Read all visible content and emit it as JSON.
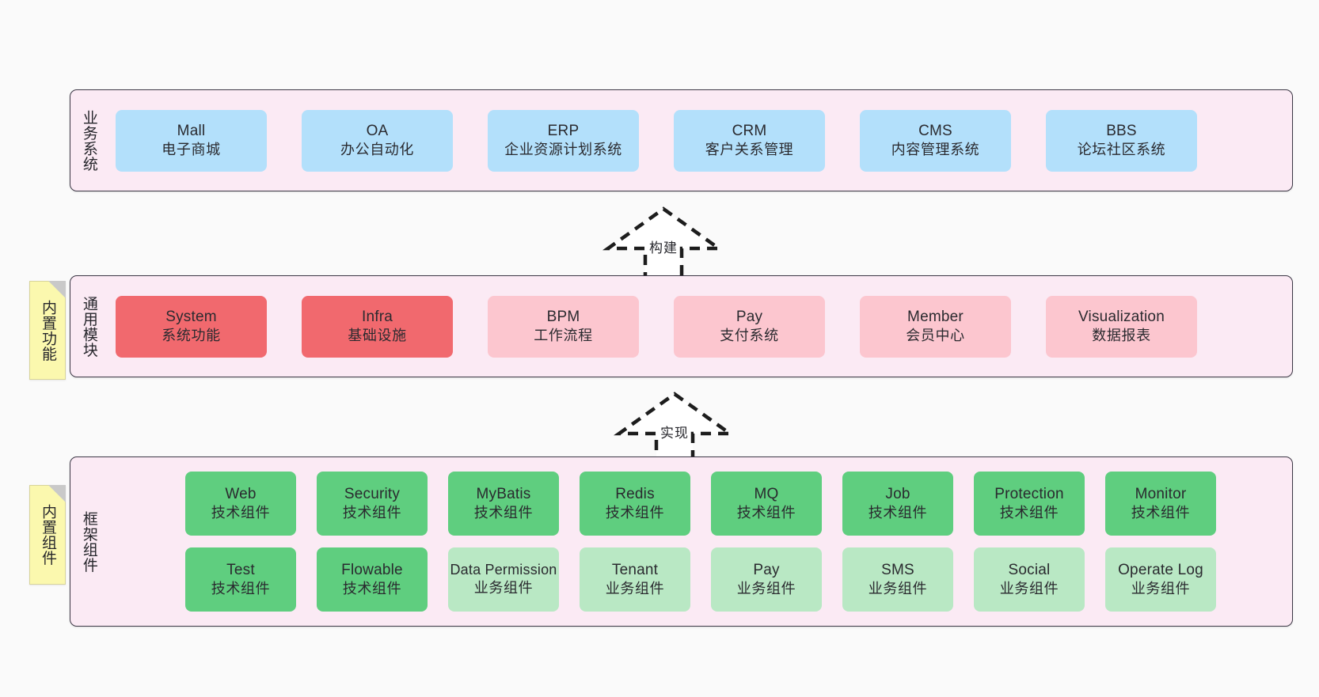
{
  "colors": {
    "layer_bg": "#fbeaf4",
    "layer_border": "#3d3846",
    "business_card": "#b3e0fb",
    "module_primary": "#f1696e",
    "module_secondary": "#fcc6cf",
    "component_tech": "#5fce7f",
    "component_business": "#b9e8c4",
    "sticky": "#fbf8ae",
    "canvas": "#fafafa"
  },
  "layers": {
    "business": {
      "title": "业务系统",
      "cards": [
        {
          "en": "Mall",
          "cn": "电子商城"
        },
        {
          "en": "OA",
          "cn": "办公自动化"
        },
        {
          "en": "ERP",
          "cn": "企业资源计划系统"
        },
        {
          "en": "CRM",
          "cn": "客户关系管理"
        },
        {
          "en": "CMS",
          "cn": "内容管理系统"
        },
        {
          "en": "BBS",
          "cn": "论坛社区系统"
        }
      ]
    },
    "common": {
      "title": "通用模块",
      "sticky": "内置功能",
      "cards": [
        {
          "en": "System",
          "cn": "系统功能",
          "variant": "primary"
        },
        {
          "en": "Infra",
          "cn": "基础设施",
          "variant": "primary"
        },
        {
          "en": "BPM",
          "cn": "工作流程",
          "variant": "secondary"
        },
        {
          "en": "Pay",
          "cn": "支付系统",
          "variant": "secondary"
        },
        {
          "en": "Member",
          "cn": "会员中心",
          "variant": "secondary"
        },
        {
          "en": "Visualization",
          "cn": "数据报表",
          "variant": "secondary"
        }
      ]
    },
    "framework": {
      "title": "框架组件",
      "sticky": "内置组件",
      "row1": [
        {
          "en": "Web",
          "cn": "技术组件",
          "variant": "tech"
        },
        {
          "en": "Security",
          "cn": "技术组件",
          "variant": "tech"
        },
        {
          "en": "MyBatis",
          "cn": "技术组件",
          "variant": "tech"
        },
        {
          "en": "Redis",
          "cn": "技术组件",
          "variant": "tech"
        },
        {
          "en": "MQ",
          "cn": "技术组件",
          "variant": "tech"
        },
        {
          "en": "Job",
          "cn": "技术组件",
          "variant": "tech"
        },
        {
          "en": "Protection",
          "cn": "技术组件",
          "variant": "tech"
        },
        {
          "en": "Monitor",
          "cn": "技术组件",
          "variant": "tech"
        }
      ],
      "row2": [
        {
          "en": "Test",
          "cn": "技术组件",
          "variant": "tech"
        },
        {
          "en": "Flowable",
          "cn": "技术组件",
          "variant": "tech"
        },
        {
          "en": "Data Permission",
          "cn": "业务组件",
          "variant": "business"
        },
        {
          "en": "Tenant",
          "cn": "业务组件",
          "variant": "business"
        },
        {
          "en": "Pay",
          "cn": "业务组件",
          "variant": "business"
        },
        {
          "en": "SMS",
          "cn": "业务组件",
          "variant": "business"
        },
        {
          "en": "Social",
          "cn": "业务组件",
          "variant": "business"
        },
        {
          "en": "Operate Log",
          "cn": "业务组件",
          "variant": "business"
        }
      ]
    }
  },
  "arrows": [
    {
      "name": "build",
      "label": "构建"
    },
    {
      "name": "implement",
      "label": "实现"
    }
  ]
}
